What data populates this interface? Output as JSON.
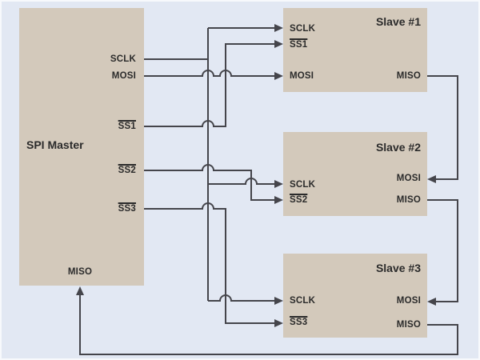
{
  "colors": {
    "background": "#e2e8f3",
    "box": "#d3c9bb",
    "wire": "#45454b",
    "text": "#2b2b2b"
  },
  "master": {
    "title": "SPI Master",
    "pin_sclk": "SCLK",
    "pin_mosi": "MOSI",
    "pin_ss1": "SS1",
    "pin_ss2": "SS2",
    "pin_ss3": "SS3",
    "pin_miso": "MISO"
  },
  "slaves": [
    {
      "title": "Slave #1",
      "pin_sclk": "SCLK",
      "pin_ss": "SS1",
      "pin_mosi": "MOSI",
      "pin_miso": "MISO"
    },
    {
      "title": "Slave #2",
      "pin_sclk": "SCLK",
      "pin_ss": "SS2",
      "pin_mosi": "MOSI",
      "pin_miso": "MISO"
    },
    {
      "title": "Slave #3",
      "pin_sclk": "SCLK",
      "pin_ss": "SS3",
      "pin_mosi": "MOSI",
      "pin_miso": "MISO"
    }
  ]
}
